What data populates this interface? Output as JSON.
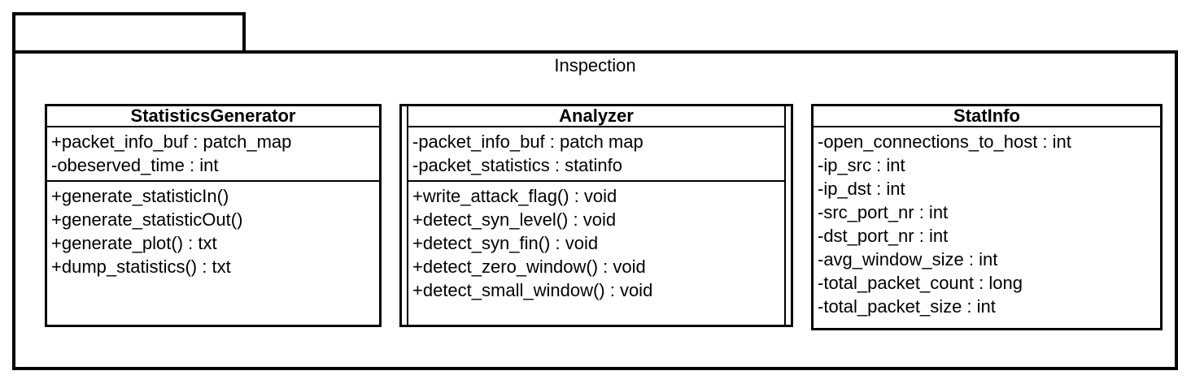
{
  "package": {
    "name": "Inspection"
  },
  "classes": [
    {
      "name": "StatisticsGenerator",
      "active": false,
      "attributes": [
        "+packet_info_buf : patch_map",
        "-obeserved_time : int"
      ],
      "methods": [
        "+generate_statisticIn()",
        "+generate_statisticOut()",
        "+generate_plot() : txt",
        "+dump_statistics() : txt"
      ]
    },
    {
      "name": "Analyzer",
      "active": true,
      "attributes": [
        "-packet_info_buf : patch map",
        "-packet_statistics : statinfo"
      ],
      "methods": [
        "+write_attack_flag() : void",
        "+detect_syn_level() : void",
        "+detect_syn_fin() : void",
        "+detect_zero_window() : void",
        "+detect_small_window() : void"
      ]
    },
    {
      "name": "StatInfo",
      "active": false,
      "attributes": [
        "-open_connections_to_host : int",
        "-ip_src : int",
        "-ip_dst : int",
        "-src_port_nr : int",
        "-dst_port_nr : int",
        "-avg_window_size : int",
        "-total_packet_count : long",
        "-total_packet_size : int"
      ],
      "methods": []
    }
  ],
  "colors": {
    "line": "#000000",
    "background": "#ffffff"
  }
}
